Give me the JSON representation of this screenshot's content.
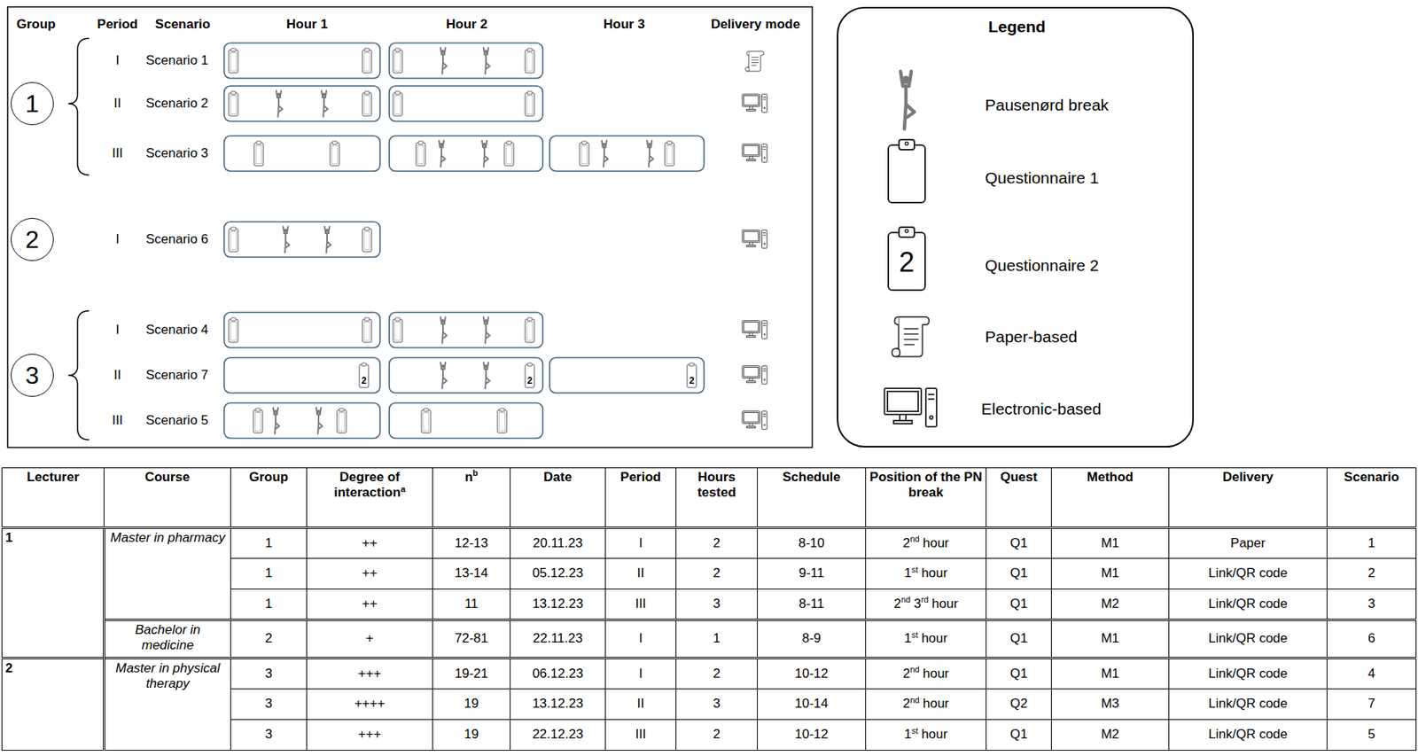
{
  "diagram": {
    "nodes": [
      {
        "text": [
          "1"
        ]
      },
      {
        "text": [
          "2"
        ]
      },
      {
        "text": [
          "3"
        ]
      },
      {
        "text": [
          "Legend"
        ]
      }
    ],
    "labels": [
      "Group",
      "Period",
      "Scenario",
      "Hour 1",
      "Hour 2",
      "Hour 3",
      "Delivery mode",
      "I",
      "Scenario 1",
      "II",
      "Scenario 2",
      "III",
      "Scenario 3",
      "I",
      "Scenario 6",
      "I",
      "Scenario 4",
      "II",
      "Scenario 7",
      "III",
      "Scenario 5",
      "2",
      "2",
      "2",
      "2",
      "Lecturer",
      "Course",
      "Group",
      "Degree of interaction",
      "a",
      "n",
      "b",
      "Date",
      "Period",
      "Hours tested",
      "Schedule",
      "Position of the PN break",
      "Quest",
      "Method",
      "Delivery",
      "Scenario",
      "1",
      "Master in pharmacy",
      "1",
      "++",
      "12-13",
      "20.11.23",
      "I",
      "2",
      "8-10",
      "2",
      "nd",
      "hour",
      "Q1",
      "M1",
      "Paper",
      "1",
      "1",
      "++",
      "13-14",
      "05.12.23",
      "II",
      "2",
      "9-11",
      "1",
      "st",
      "hour",
      "Q1",
      "M1",
      "Link/QR code",
      "2",
      "1",
      "++",
      "11",
      "13.12.23",
      "III",
      "3",
      "8-11",
      "2",
      "nd",
      "3",
      "rd",
      "hour",
      "Q1",
      "M2",
      "Link/QR code",
      "3",
      "Bachelor in medicine",
      "2",
      "+",
      "72-81",
      "22.11.23",
      "I",
      "1",
      "8-9",
      "1",
      "st",
      "hour",
      "Q1",
      "M1",
      "Link/QR code",
      "6",
      "2",
      "Master in physical therapy",
      "3",
      "+++",
      "19-21",
      "06.12.23",
      "I",
      "2",
      "10-12",
      "2",
      "nd",
      "hour",
      "Q1",
      "M1",
      "Link/QR code",
      "4",
      "3",
      "++++",
      "19",
      "13.12.23",
      "II",
      "3",
      "10-14",
      "2",
      "nd",
      "hour",
      "Q2",
      "M3",
      "Link/QR code",
      "7",
      "3",
      "+++",
      "19",
      "22.12.23",
      "III",
      "2",
      "10-12",
      "1",
      "st",
      "hour",
      "Q1",
      "M2",
      "Link/QR code",
      "5"
    ],
    "legend": [
      {
        "text": "Pausenørd break"
      },
      {
        "text": "Questionnaire 1"
      },
      {
        "text": "Questionnaire 2"
      },
      {
        "text": "Paper-based"
      },
      {
        "text": "Electronic-based"
      }
    ]
  }
}
